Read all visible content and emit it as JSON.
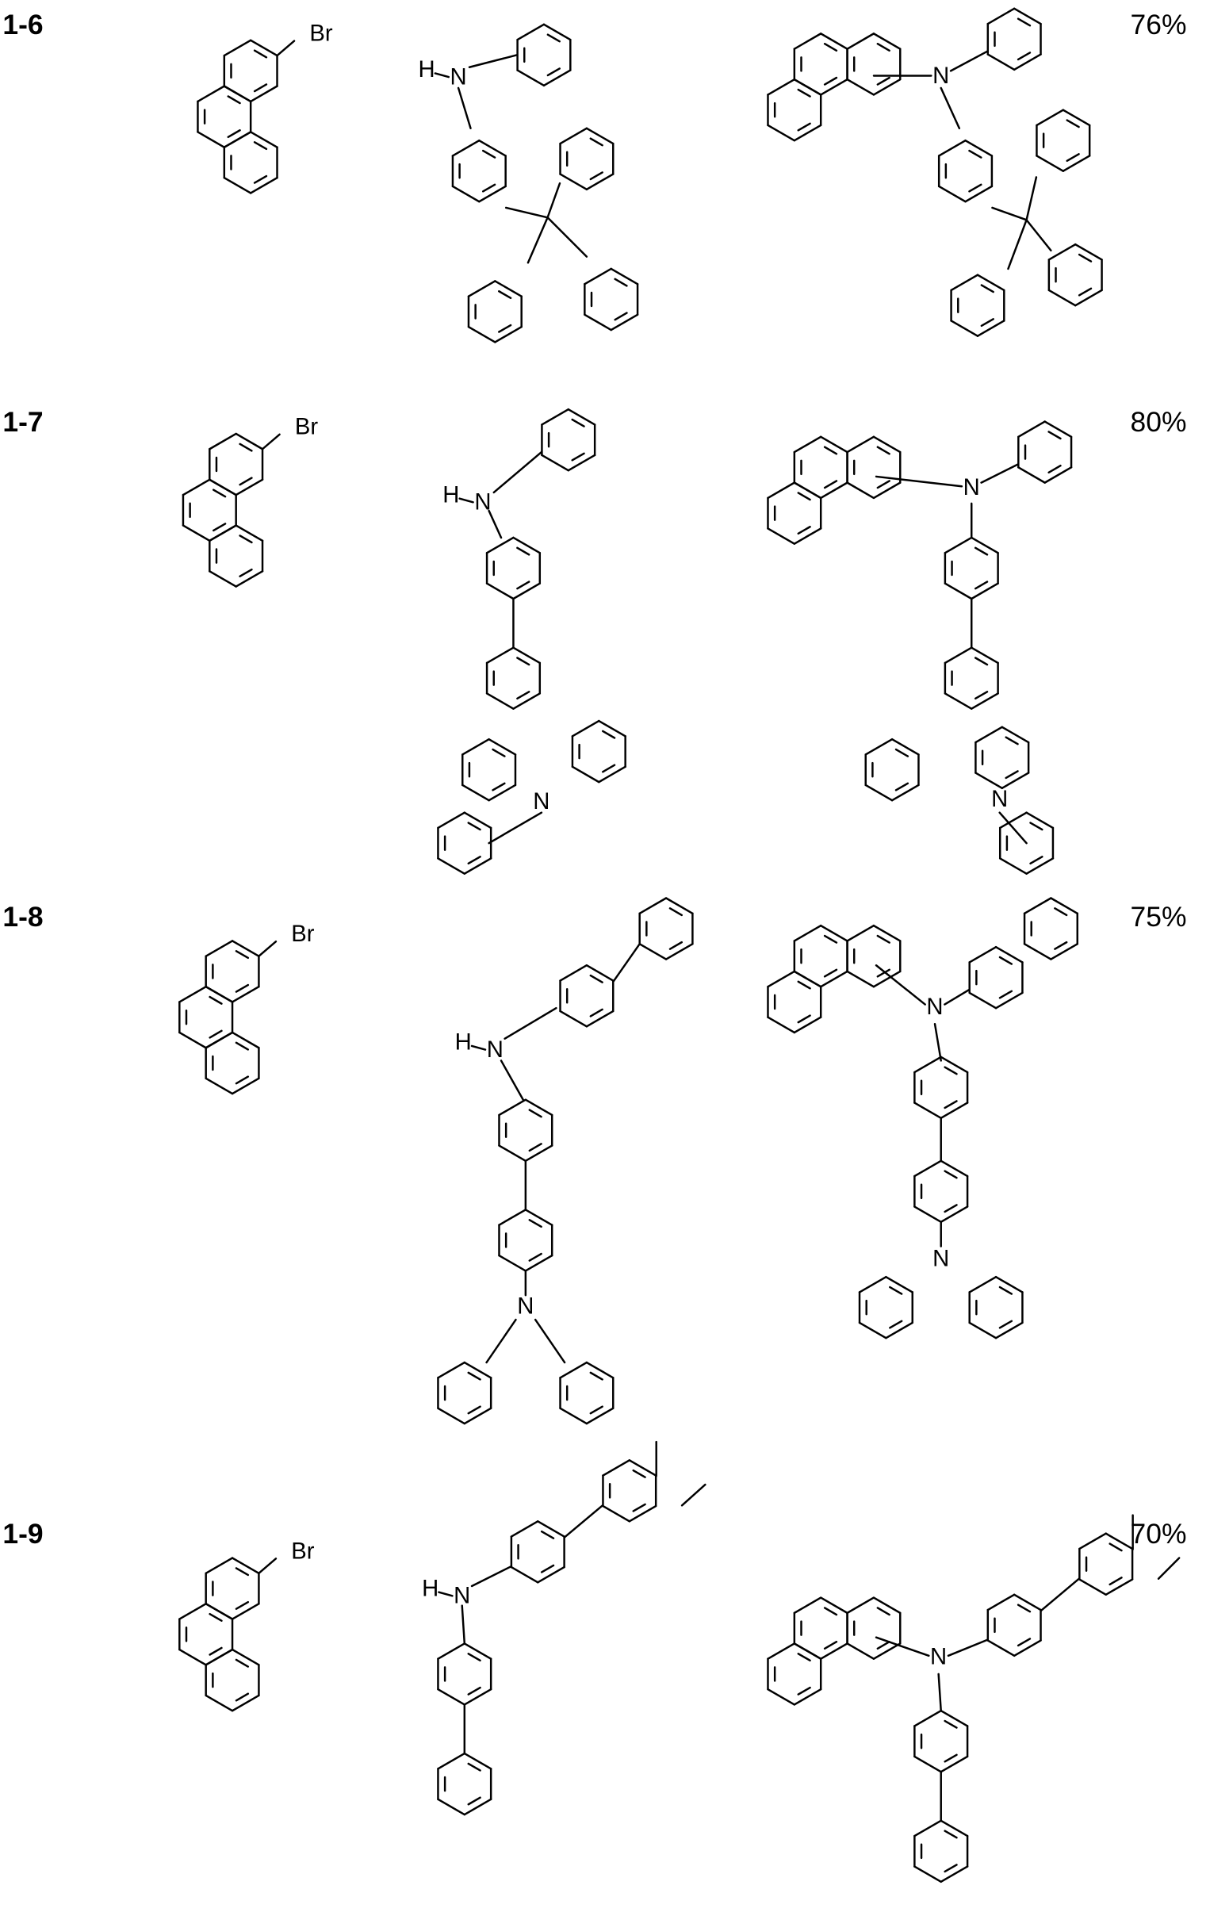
{
  "rows": [
    {
      "entry": "1-6",
      "yield": "76%"
    },
    {
      "entry": "1-7",
      "yield": "80%"
    },
    {
      "entry": "1-8",
      "yield": "75%"
    },
    {
      "entry": "1-9",
      "yield": "70%"
    }
  ],
  "atoms": {
    "bromine": "Br",
    "nitrogen": "N",
    "hydrogen": "H"
  }
}
